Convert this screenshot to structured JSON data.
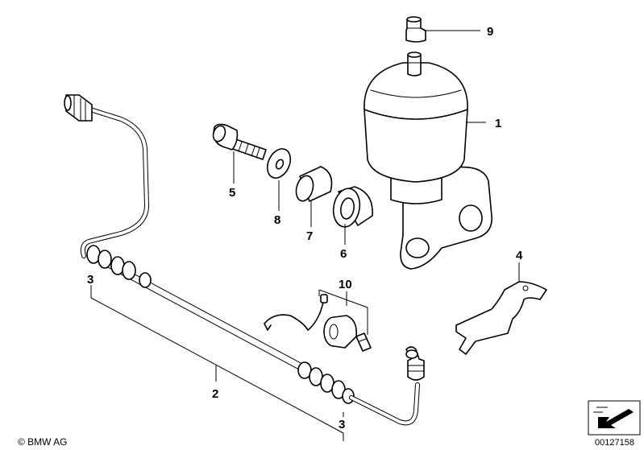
{
  "callouts": {
    "p1": "1",
    "p2": "2",
    "p3a": "3",
    "p3b": "3",
    "p4": "4",
    "p5": "5",
    "p6": "6",
    "p7": "7",
    "p8": "8",
    "p9": "9",
    "p10": "10"
  },
  "footer": {
    "copyright": "© BMW AG",
    "doc_id": "00127158"
  }
}
